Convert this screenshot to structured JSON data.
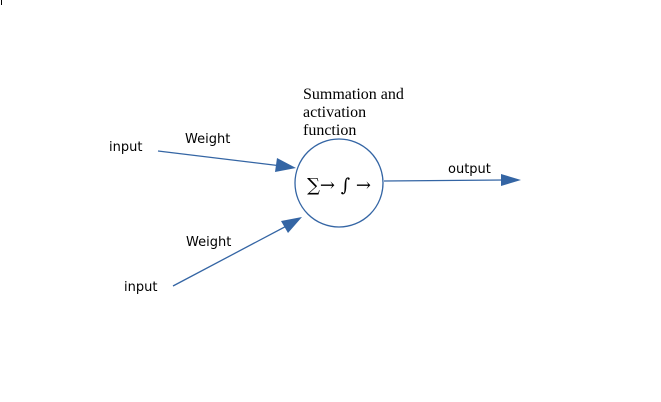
{
  "inputs": [
    {
      "label": "input",
      "weight_label": "Weight"
    },
    {
      "label": "input",
      "weight_label": "Weight"
    }
  ],
  "node": {
    "caption_lines": [
      "Summation and",
      "activation",
      "function"
    ],
    "symbols": "∑→ ∫ →"
  },
  "output": {
    "label": "output"
  },
  "colors": {
    "arrow": "#3465a4",
    "circle_stroke": "#3465a4",
    "text": "#000000",
    "background": "#ffffff"
  }
}
